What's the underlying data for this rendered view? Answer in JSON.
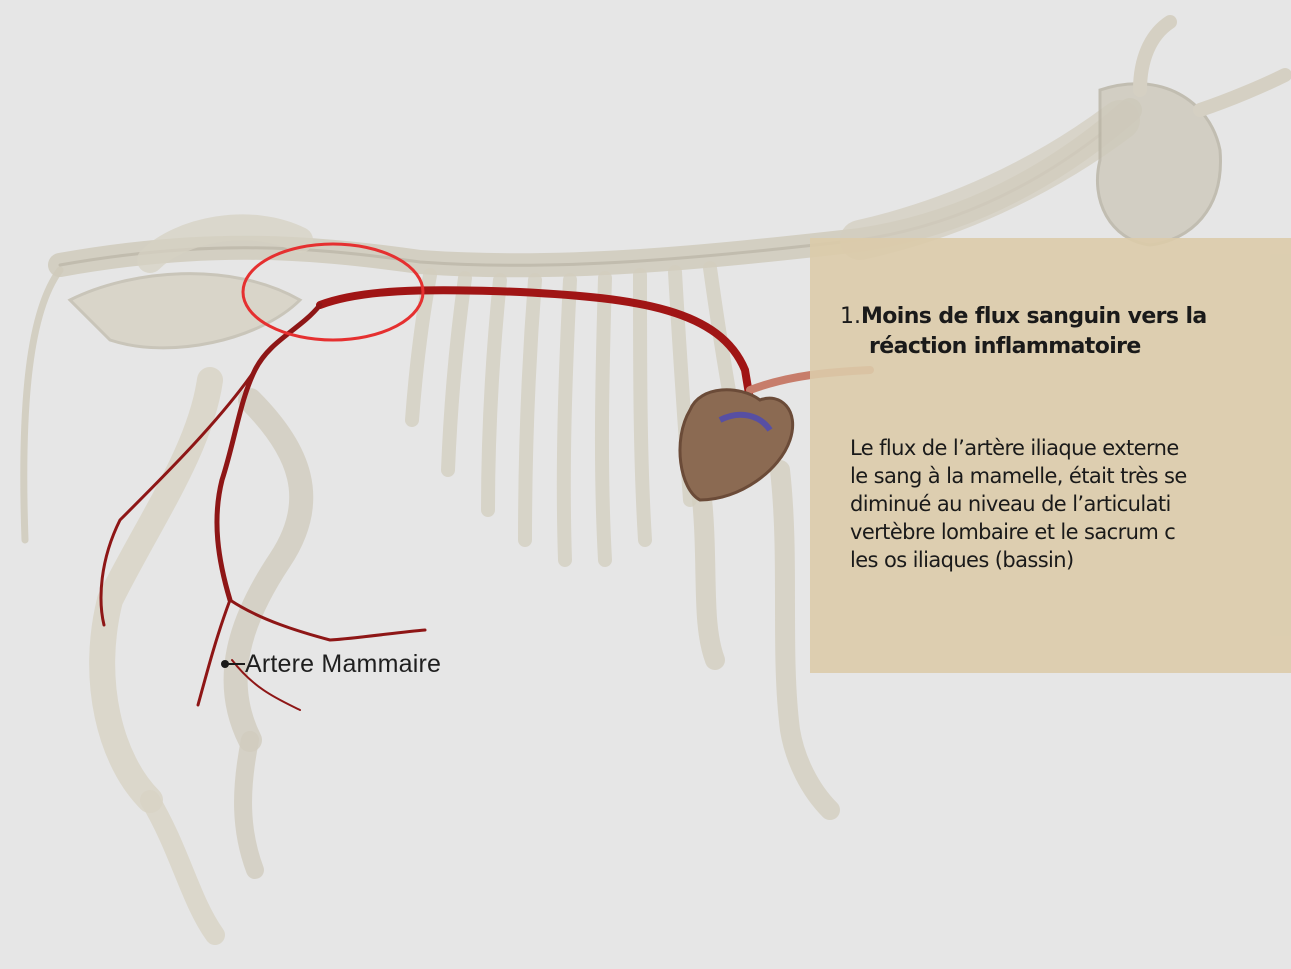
{
  "labels": {
    "mammary_artery": "Artere Mammaire"
  },
  "info_panel": {
    "number": "1.",
    "title_line1": "Moins de flux sanguin vers la",
    "title_line2": "réaction inflammatoire",
    "body_lines": [
      "Le flux de l’artère iliaque externe",
      "le sang à la mamelle, était très se",
      "diminué au niveau de l’articulati",
      "vertèbre lombaire et le sacrum c",
      "les os iliaques (bassin)"
    ]
  },
  "colors": {
    "background": "#e6e6e6",
    "bone": "#cfcabb",
    "artery": "#a01515",
    "highlight_circle": "#e53030",
    "panel": "#dbcbaa"
  },
  "icons": [
    "cow-skeleton",
    "heart",
    "artery-network",
    "highlight-circle"
  ]
}
